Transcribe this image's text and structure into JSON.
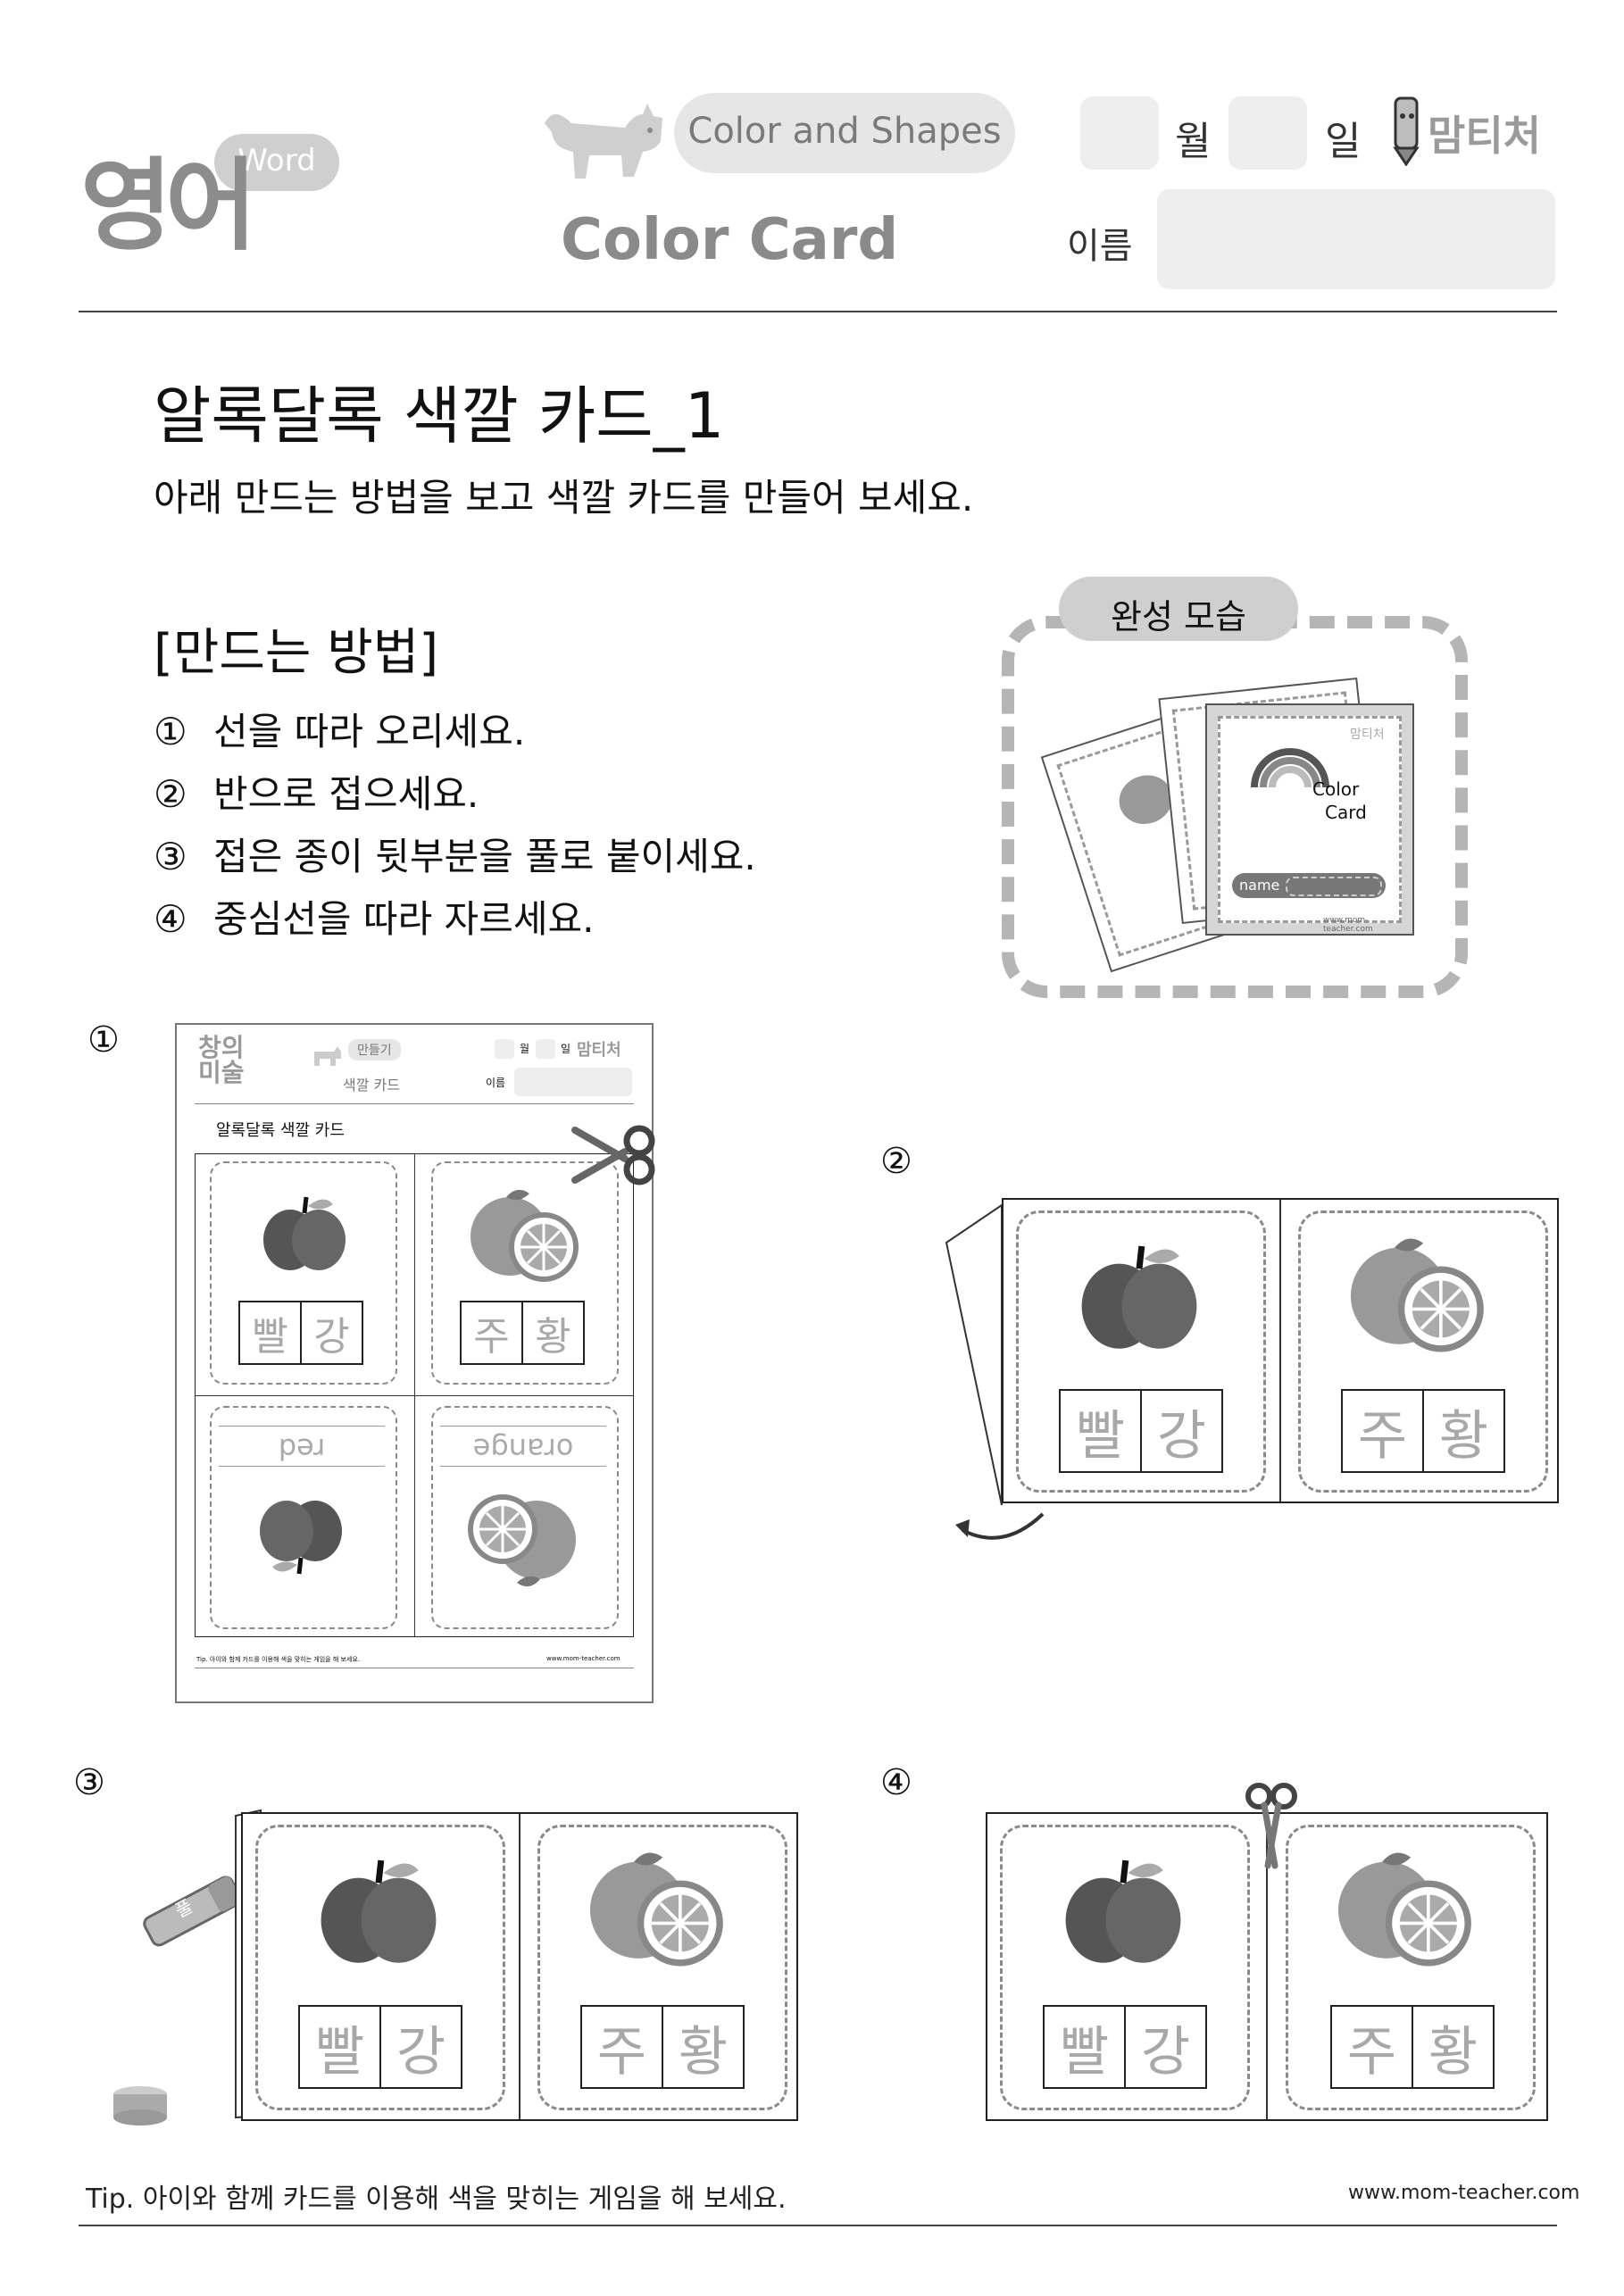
{
  "header": {
    "subject": "영어",
    "subject_badge": "Word",
    "topic": "Color and Shapes",
    "worksheet_title": "Color Card",
    "month_label": "월",
    "day_label": "일",
    "name_label": "이름",
    "brand": "맘티처"
  },
  "main": {
    "title": "알록달록 색깔 카드_1",
    "instruction": "아래 만드는 방법을 보고 색깔 카드를 만들어 보세요.",
    "method_heading": "[만드는 방법]",
    "steps": [
      {
        "num": "①",
        "text": "선을 따라 오리세요."
      },
      {
        "num": "②",
        "text": "반으로 접으세요."
      },
      {
        "num": "③",
        "text": "접은 종이 뒷부분을 풀로 붙이세요."
      },
      {
        "num": "④",
        "text": "중심선을 따라 자르세요."
      }
    ]
  },
  "preview": {
    "label": "완성 모습",
    "card_title_line1": "Color",
    "card_title_line2": "Card",
    "name_tag": "name",
    "site": "www.mom-teacher.com",
    "mini_brand": "맘티처"
  },
  "mini_sheet": {
    "subject": "창의 미술",
    "badge": "만들기",
    "title": "색깔 카드",
    "month": "월",
    "day": "일",
    "name_label": "이름",
    "brand": "맘티처",
    "heading": "알록달록 색깔 카드",
    "word_red": "red",
    "word_orange": "orange",
    "tip": "Tip. 아이와 함께 카드를 이용해 색을 맞히는 게임을 해 보세요.",
    "site": "www.mom-teacher.com"
  },
  "illustrations": {
    "step_nums": [
      "①",
      "②",
      "③",
      "④"
    ],
    "red_chars": [
      "빨",
      "강"
    ],
    "orange_chars": [
      "주",
      "황"
    ],
    "glue_label": "풀"
  },
  "footer": {
    "tip": "Tip. 아이와 함께 카드를 이용해 색을 맞히는 게임을 해 보세요.",
    "site": "www.mom-teacher.com"
  }
}
